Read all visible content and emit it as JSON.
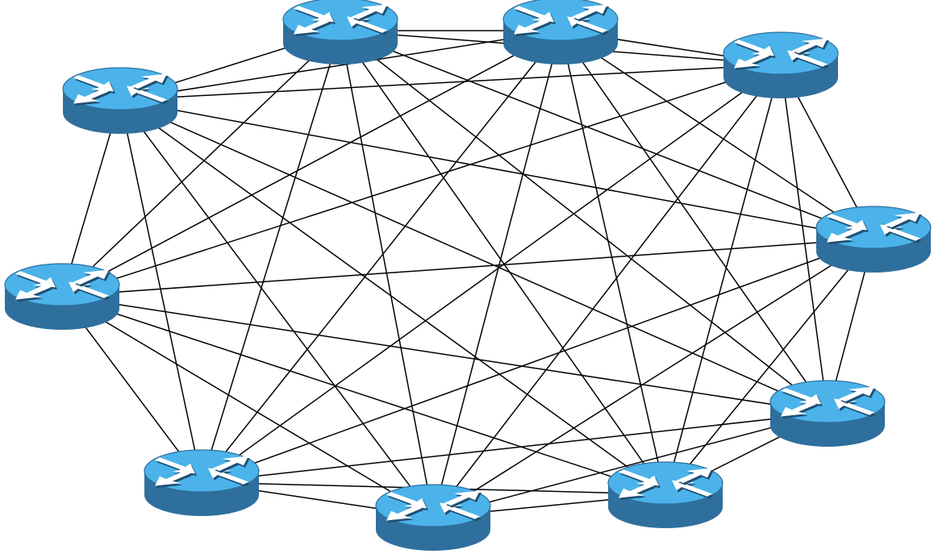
{
  "diagram": {
    "type": "full-mesh-network",
    "node_icon": "router-icon",
    "colors": {
      "router_side": "#2f6f9d",
      "router_top": "#4bb3ea",
      "arrows": "#ffffff",
      "links": "#000000",
      "background": "#ffffff"
    },
    "nodes": [
      {
        "id": "r1"
      },
      {
        "id": "r2"
      },
      {
        "id": "r3"
      },
      {
        "id": "r4"
      },
      {
        "id": "r5"
      },
      {
        "id": "r6"
      },
      {
        "id": "r7"
      },
      {
        "id": "r8"
      },
      {
        "id": "r9"
      },
      {
        "id": "r10"
      }
    ],
    "links": [
      [
        "r1",
        "r2"
      ],
      [
        "r1",
        "r3"
      ],
      [
        "r1",
        "r4"
      ],
      [
        "r1",
        "r5"
      ],
      [
        "r1",
        "r6"
      ],
      [
        "r1",
        "r7"
      ],
      [
        "r1",
        "r8"
      ],
      [
        "r1",
        "r9"
      ],
      [
        "r1",
        "r10"
      ],
      [
        "r2",
        "r3"
      ],
      [
        "r2",
        "r4"
      ],
      [
        "r2",
        "r5"
      ],
      [
        "r2",
        "r6"
      ],
      [
        "r2",
        "r7"
      ],
      [
        "r2",
        "r8"
      ],
      [
        "r2",
        "r9"
      ],
      [
        "r2",
        "r10"
      ],
      [
        "r3",
        "r4"
      ],
      [
        "r3",
        "r5"
      ],
      [
        "r3",
        "r6"
      ],
      [
        "r3",
        "r7"
      ],
      [
        "r3",
        "r8"
      ],
      [
        "r3",
        "r9"
      ],
      [
        "r3",
        "r10"
      ],
      [
        "r4",
        "r5"
      ],
      [
        "r4",
        "r6"
      ],
      [
        "r4",
        "r7"
      ],
      [
        "r4",
        "r8"
      ],
      [
        "r4",
        "r9"
      ],
      [
        "r4",
        "r10"
      ],
      [
        "r5",
        "r6"
      ],
      [
        "r5",
        "r7"
      ],
      [
        "r5",
        "r8"
      ],
      [
        "r5",
        "r9"
      ],
      [
        "r5",
        "r10"
      ],
      [
        "r6",
        "r7"
      ],
      [
        "r6",
        "r8"
      ],
      [
        "r6",
        "r9"
      ],
      [
        "r6",
        "r10"
      ],
      [
        "r7",
        "r8"
      ],
      [
        "r7",
        "r9"
      ],
      [
        "r7",
        "r10"
      ],
      [
        "r8",
        "r9"
      ],
      [
        "r8",
        "r10"
      ],
      [
        "r9",
        "r10"
      ]
    ]
  }
}
